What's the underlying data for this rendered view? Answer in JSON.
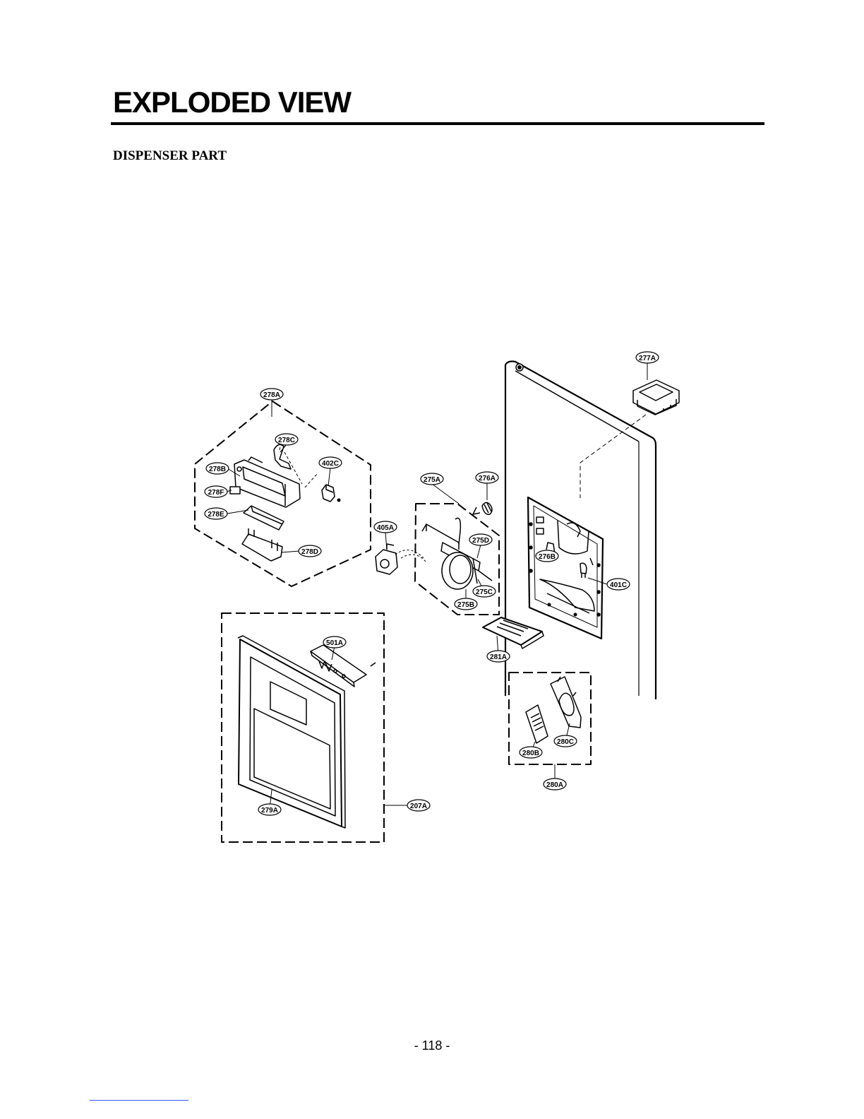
{
  "page": {
    "title": "EXPLODED VIEW",
    "section": "DISPENSER PART",
    "page_number": "- 118 -"
  },
  "callouts": {
    "c277A": "277A",
    "c278A": "278A",
    "c278C": "278C",
    "c278B": "278B",
    "c402C": "402C",
    "c278F": "278F",
    "c278E": "278E",
    "c278D": "278D",
    "c275A": "275A",
    "c276A": "276A",
    "c405A": "405A",
    "c275D": "275D",
    "c276B": "276B",
    "c401C": "401C",
    "c275C": "275C",
    "c275B": "275B",
    "c281A": "281A",
    "c501A": "501A",
    "c280C": "280C",
    "c280B": "280B",
    "c280A": "280A",
    "c207A": "207A",
    "c279A": "279A"
  }
}
